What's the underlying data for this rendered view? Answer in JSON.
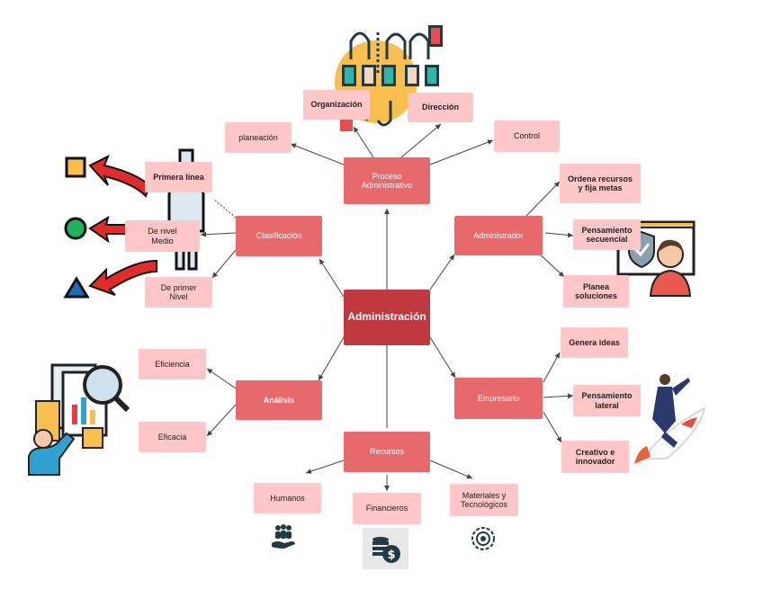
{
  "center": "Administración",
  "proceso": {
    "title": "Proceso\nAdministrativo",
    "items": [
      "planeación",
      "Organización",
      "Dirección",
      "Control"
    ]
  },
  "clasificacion": {
    "title": "Clasificación",
    "items": [
      "Primera línea",
      "De nivel\nMedio",
      "De primer\nNivel"
    ]
  },
  "administrador": {
    "title": "Administrador",
    "items": [
      "Ordena recursos\ny fija metas",
      "Pensamiento\nsecuencial",
      "Planea\nsoluciones"
    ]
  },
  "analisis": {
    "title": "Análisis",
    "items": [
      "Eficiencia",
      "Eficacia"
    ]
  },
  "empresario": {
    "title": "Empresario",
    "items": [
      "Genera ideas",
      "Pensamiento\nlateral",
      "Creativo e\ninnovador"
    ]
  },
  "recursos": {
    "title": "Recursos",
    "items": [
      "Humanos",
      "Financieros",
      "Materiales y\nTecnológicos"
    ]
  },
  "icons": [
    "workflow-icon",
    "person-icon",
    "square-icon",
    "circle-icon",
    "triangle-icon",
    "shield-user-icon",
    "analysis-icon",
    "rocket-man-icon",
    "people-hand-icon",
    "coins-icon",
    "gear-icon"
  ],
  "colors": {
    "core": "#c0393f",
    "mid": "#e8696b",
    "leaf": "#ffc7c7"
  }
}
